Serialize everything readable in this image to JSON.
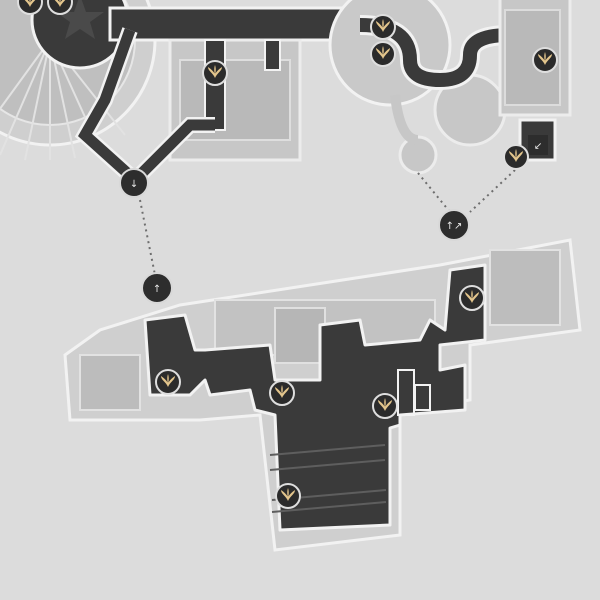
{
  "map": {
    "background_color": "#dcdcdc",
    "floor_color": "#3a3a3a",
    "inactive_room_color": "#c7c7c7",
    "outline_color": "#f2f2f2",
    "marker_color": "#e3c58c"
  },
  "markers": [
    {
      "id": "marker-1",
      "icon": "fan-collectible-icon"
    },
    {
      "id": "marker-2",
      "icon": "fan-collectible-icon"
    },
    {
      "id": "marker-3",
      "icon": "fan-collectible-icon"
    },
    {
      "id": "marker-4",
      "icon": "fan-collectible-icon"
    },
    {
      "id": "marker-5",
      "icon": "fan-collectible-icon"
    },
    {
      "id": "marker-6",
      "icon": "fan-collectible-icon"
    },
    {
      "id": "marker-7",
      "icon": "fan-collectible-icon"
    },
    {
      "id": "marker-8",
      "icon": "fan-collectible-icon"
    },
    {
      "id": "marker-9",
      "icon": "fan-collectible-icon"
    },
    {
      "id": "marker-10",
      "icon": "fan-collectible-icon"
    },
    {
      "id": "marker-11",
      "icon": "fan-collectible-icon"
    },
    {
      "id": "marker-12",
      "icon": "fan-collectible-icon"
    }
  ],
  "transitions": [
    {
      "id": "exit-down",
      "glyph": "↓"
    },
    {
      "id": "exit-up-left",
      "glyph": "↑"
    },
    {
      "id": "exit-up-right",
      "glyph": "↑↗"
    },
    {
      "id": "exit-corner",
      "glyph": "↙"
    }
  ]
}
